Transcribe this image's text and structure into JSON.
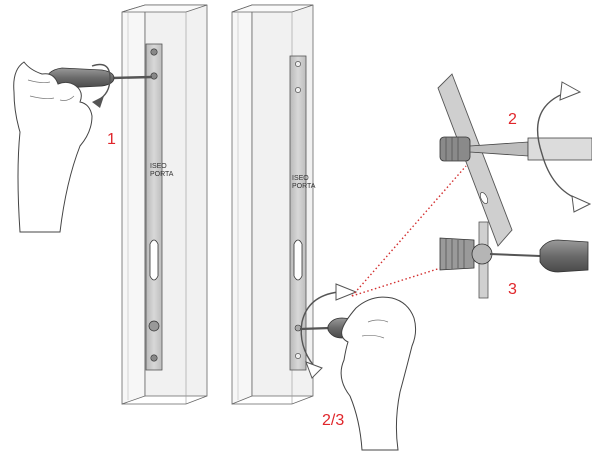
{
  "steps": {
    "s1": "1",
    "s2": "2",
    "s3": "3",
    "s23": "2/3"
  },
  "brand": {
    "name": "ISEO",
    "sub": "PORTA"
  },
  "colors": {
    "label": "#e0262b",
    "callout": "#d32f2f",
    "line": "#555555",
    "plate": "#c9c9c9",
    "profile": "#f4f4f4"
  }
}
